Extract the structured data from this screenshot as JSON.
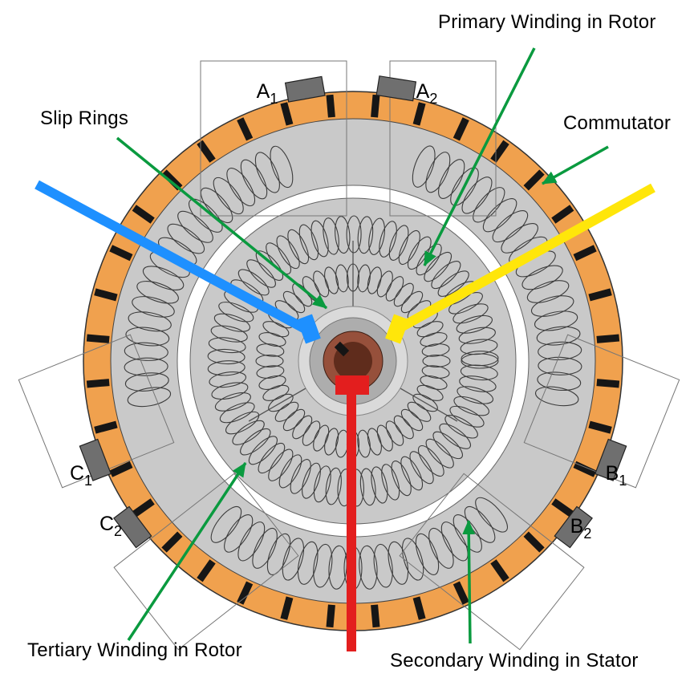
{
  "diagram": {
    "labels": {
      "primary_winding": "Primary Winding in Rotor",
      "slip_rings": "Slip Rings",
      "commutator": "Commutator",
      "tertiary_winding": "Tertiary Winding in Rotor",
      "secondary_winding": "Secondary Winding in Stator"
    },
    "terminals": [
      {
        "id": "a1",
        "main": "A",
        "sub": "1"
      },
      {
        "id": "a2",
        "main": "A",
        "sub": "2"
      },
      {
        "id": "b1",
        "main": "B",
        "sub": "1"
      },
      {
        "id": "b2",
        "main": "B",
        "sub": "2"
      },
      {
        "id": "c1",
        "main": "C",
        "sub": "1"
      },
      {
        "id": "c2",
        "main": "C",
        "sub": "2"
      }
    ],
    "colors": {
      "commutator_ring": "#F0A14E",
      "body_gray": "#C9C9C9",
      "terminal_gray": "#6F6F6F",
      "arrow_green": "#0A9A3F",
      "lead_blue": "#1E90FF",
      "lead_yellow": "#FFE60A",
      "lead_red": "#E31E1E",
      "shaft_brown": "#96503B",
      "shaft_core": "#5F2C1C"
    }
  }
}
